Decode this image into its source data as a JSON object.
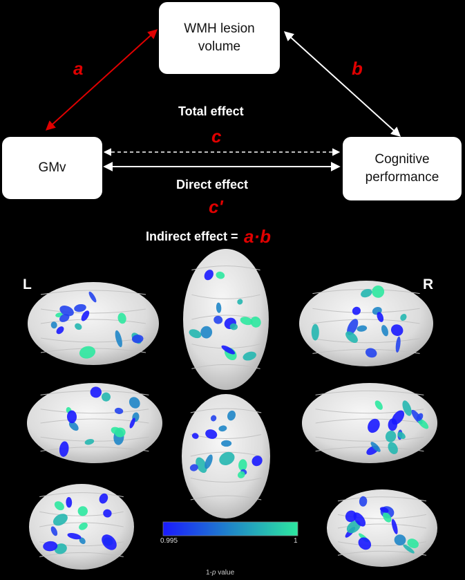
{
  "nodes": {
    "wmh": {
      "line1": "WMH lesion",
      "line2": "volume"
    },
    "gmv": {
      "label": "GMv"
    },
    "cog": {
      "line1": "Cognitive",
      "line2": "performance"
    }
  },
  "paths": {
    "a": "a",
    "b": "b",
    "total_label": "Total effect",
    "c": "c",
    "direct_label": "Direct effect",
    "c_prime": "c'",
    "indirect_label": "Indirect effect =",
    "indirect_formula": "a·b"
  },
  "hemisphere": {
    "left": "L",
    "right": "R"
  },
  "colorbar": {
    "min_label": "0.995",
    "max_label": "1",
    "title_pre": "1-",
    "title_var": "p",
    "title_post": " value",
    "color_low": "#1a1aff",
    "color_high": "#2de8a0"
  },
  "colors": {
    "accent_red": "#e00000",
    "background": "#000000",
    "node_fill": "#ffffff",
    "brain_surface": "#e6e6e6"
  }
}
